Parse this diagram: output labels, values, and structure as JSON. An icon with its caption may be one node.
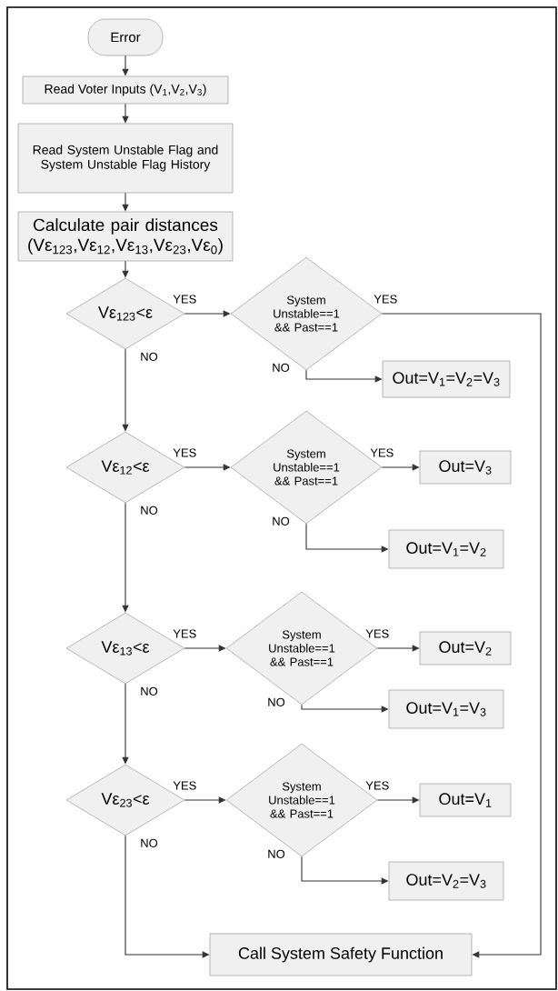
{
  "diagram": {
    "nodes": [
      {
        "text": [
          "Error"
        ]
      },
      {
        "text": [
          "Read Voter Inputs (V$_{1}$,V$_{2}$,V$_{3}$)"
        ]
      },
      {
        "text": [
          "Read System Unstable Flag and System Unstable Flag History"
        ]
      },
      {
        "text": [
          "Calculate pair distances (Vε$_{123}$,Vε$_{12}$,Vε$_{13}$,Vε$_{23}$,Vε$_{0}$)"
        ]
      },
      {
        "text": [
          "Vε$_{123}$<ε"
        ]
      },
      {
        "text": [
          "System Unstable==1 && Past==1"
        ]
      },
      {
        "text": [
          "Out=V$_{1}$=V$_{2}$=V$_{3}$"
        ]
      },
      {
        "text": [
          "Vε$_{12}$<ε"
        ]
      },
      {
        "text": [
          "System Unstable==1 && Past==1"
        ]
      },
      {
        "text": [
          "Out=V$_{3}$"
        ]
      },
      {
        "text": [
          "Out=V$_{1}$=V$_{2}$"
        ]
      },
      {
        "text": [
          "Vε$_{13}$<ε"
        ]
      },
      {
        "text": [
          "System Unstable==1 && Past==1"
        ]
      },
      {
        "text": [
          "Out=V$_{2}$"
        ]
      },
      {
        "text": [
          "Out=V$_{1}$=V$_{3}$"
        ]
      },
      {
        "text": [
          "Vε$_{23}$<ε"
        ]
      },
      {
        "text": [
          "System Unstable==1 && Past==1"
        ]
      },
      {
        "text": [
          "Out=V$_{1}$"
        ]
      },
      {
        "text": [
          "Out=V$_{2}$=V$_{3}$"
        ]
      },
      {
        "text": [
          "Call System Safety Function"
        ]
      }
    ],
    "edges": [
      {
        "from": 0,
        "to": 1,
        "arrow": "to"
      },
      {
        "from": 1,
        "to": 2,
        "arrow": "to"
      },
      {
        "from": 2,
        "to": 3,
        "arrow": "to"
      },
      {
        "from": 3,
        "to": 4,
        "arrow": "to"
      },
      {
        "from": 4,
        "to": 5,
        "arrow": "to",
        "label": "YES"
      },
      {
        "from": 5,
        "to": 19,
        "arrow": "to",
        "label": "YES"
      },
      {
        "from": 5,
        "to": 6,
        "arrow": "to",
        "label": "NO"
      },
      {
        "from": 4,
        "to": 7,
        "arrow": "to",
        "label": "NO"
      },
      {
        "from": 7,
        "to": 8,
        "arrow": "to",
        "label": "YES"
      },
      {
        "from": 8,
        "to": 9,
        "arrow": "to",
        "label": "YES"
      },
      {
        "from": 8,
        "to": 10,
        "arrow": "to",
        "label": "NO"
      },
      {
        "from": 7,
        "to": 11,
        "arrow": "to",
        "label": "NO"
      },
      {
        "from": 11,
        "to": 12,
        "arrow": "to",
        "label": "YES"
      },
      {
        "from": 12,
        "to": 13,
        "arrow": "to",
        "label": "YES"
      },
      {
        "from": 12,
        "to": 14,
        "arrow": "to",
        "label": "NO"
      },
      {
        "from": 11,
        "to": 15,
        "arrow": "to",
        "label": "NO"
      },
      {
        "from": 15,
        "to": 16,
        "arrow": "to",
        "label": "YES"
      },
      {
        "from": 16,
        "to": 17,
        "arrow": "to",
        "label": "YES"
      },
      {
        "from": 16,
        "to": 18,
        "arrow": "to",
        "label": "NO"
      },
      {
        "from": 15,
        "to": 19,
        "arrow": "to",
        "label": "NO"
      }
    ]
  }
}
